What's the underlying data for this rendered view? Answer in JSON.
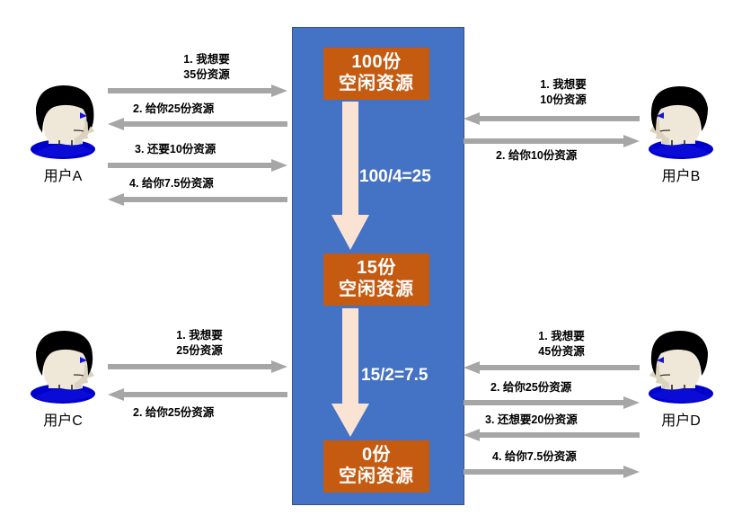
{
  "diagram": {
    "title": "资源分配示意图",
    "colors": {
      "panel_blue": "#4472C4",
      "box_orange": "#C55A11",
      "arrow_cream": "#FBE3D3",
      "msg_gray": "#A6A6A6",
      "text_black": "#000000",
      "text_white": "#FFFFFF",
      "hair_black": "#000000",
      "collar_blue": "#0000CC",
      "face_beige": "#EFE7D8"
    }
  },
  "center": {
    "boxes": [
      {
        "amount": "100份",
        "label": "空闲资源"
      },
      {
        "amount": "15份",
        "label": "空闲资源"
      },
      {
        "amount": "0份",
        "label": "空闲资源"
      }
    ],
    "divisions": [
      {
        "text": "100/4=25"
      },
      {
        "text": "15/2=7.5"
      }
    ],
    "arrow_icon": "down-arrow-icon"
  },
  "users": [
    {
      "id": "a",
      "label": "用户A",
      "side": "left",
      "facing": "right"
    },
    {
      "id": "b",
      "label": "用户B",
      "side": "right",
      "facing": "left"
    },
    {
      "id": "c",
      "label": "用户C",
      "side": "left",
      "facing": "right"
    },
    {
      "id": "d",
      "label": "用户D",
      "side": "right",
      "facing": "left"
    }
  ],
  "messages": {
    "a": [
      {
        "n": "1",
        "line1": "1. 我想要",
        "line2": "35份资源",
        "direction": "to-center"
      },
      {
        "n": "2",
        "line1": "2. 给你25份资源",
        "line2": "",
        "direction": "to-user"
      },
      {
        "n": "3",
        "line1": "3. 还要10份资源",
        "line2": "",
        "direction": "to-center"
      },
      {
        "n": "4",
        "line1": "4. 给你7.5份资源",
        "line2": "",
        "direction": "to-user"
      }
    ],
    "b": [
      {
        "n": "1",
        "line1": "1. 我想要",
        "line2": "10份资源",
        "direction": "to-center"
      },
      {
        "n": "2",
        "line1": "2. 给你10份资源",
        "line2": "",
        "direction": "to-user"
      }
    ],
    "c": [
      {
        "n": "1",
        "line1": "1. 我想要",
        "line2": "25份资源",
        "direction": "to-center"
      },
      {
        "n": "2",
        "line1": "2. 给你25份资源",
        "line2": "",
        "direction": "to-user"
      }
    ],
    "d": [
      {
        "n": "1",
        "line1": "1. 我想要",
        "line2": "45份资源",
        "direction": "to-center"
      },
      {
        "n": "2",
        "line1": "2. 给你25份资源",
        "line2": "",
        "direction": "to-user"
      },
      {
        "n": "3",
        "line1": "3. 还想要20份资源",
        "line2": "",
        "direction": "to-center"
      },
      {
        "n": "4",
        "line1": "4. 给你7.5份资源",
        "line2": "",
        "direction": "to-user"
      }
    ]
  },
  "labels": {
    "a1_l1": "1. 我想要",
    "a1_l2": "35份资源",
    "a2": "2. 给你25份资源",
    "a3": "3. 还要10份资源",
    "a4": "4. 给你7.5份资源",
    "b1_l1": "1. 我想要",
    "b1_l2": "10份资源",
    "b2": "2. 给你10份资源",
    "c1_l1": "1. 我想要",
    "c1_l2": "25份资源",
    "c2": "2. 给你25份资源",
    "d1_l1": "1. 我想要",
    "d1_l2": "45份资源",
    "d2": "2. 给你25份资源",
    "d3": "3. 还想要20份资源",
    "d4": "4. 给你7.5份资源",
    "user_a": "用户A",
    "user_b": "用户B",
    "user_c": "用户C",
    "user_d": "用户D",
    "box1_amount": "100份",
    "box1_label": "空闲资源",
    "box2_amount": "15份",
    "box2_label": "空闲资源",
    "box3_amount": "0份",
    "box3_label": "空闲资源",
    "div1": "100/4=25",
    "div2": "15/2=7.5"
  }
}
